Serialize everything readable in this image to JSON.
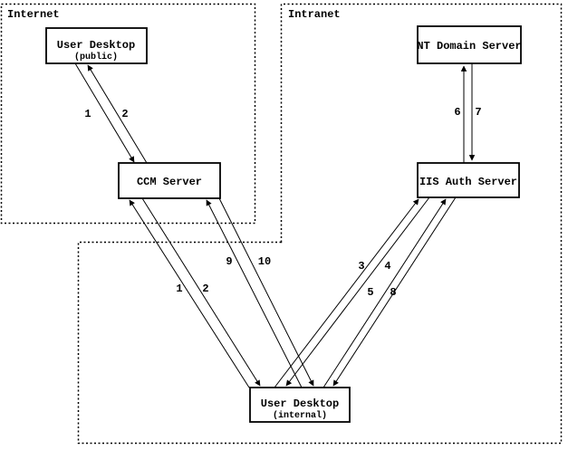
{
  "diagram": {
    "zones": {
      "internet": {
        "label": "Internet"
      },
      "intranet": {
        "label": "Intranet"
      }
    },
    "nodes": {
      "user_desktop_public": {
        "title": "User Desktop",
        "subtitle": "(public)"
      },
      "ccm_server": {
        "title": "CCM Server"
      },
      "nt_domain_server": {
        "title": "NT Domain Server"
      },
      "iis_auth_server": {
        "title": "IIS Auth Server"
      },
      "user_desktop_internal": {
        "title": "User Desktop",
        "subtitle": "(internal)"
      }
    },
    "flow_labels": {
      "f1_public": "1",
      "f2_public": "2",
      "f1_internal": "1",
      "f2_internal": "2",
      "f3": "3",
      "f4": "4",
      "f5": "5",
      "f6": "6",
      "f7": "7",
      "f8": "8",
      "f9": "9",
      "f10": "10"
    },
    "connections": [
      {
        "label": "1",
        "from": "User Desktop (public)",
        "to": "CCM Server"
      },
      {
        "label": "2",
        "from": "CCM Server",
        "to": "User Desktop (public)"
      },
      {
        "label": "1",
        "from": "User Desktop (internal)",
        "to": "CCM Server"
      },
      {
        "label": "2",
        "from": "CCM Server",
        "to": "User Desktop (internal)"
      },
      {
        "label": "3",
        "from": "User Desktop (internal)",
        "to": "IIS Auth Server"
      },
      {
        "label": "4",
        "from": "IIS Auth Server",
        "to": "User Desktop (internal)"
      },
      {
        "label": "5",
        "from": "User Desktop (internal)",
        "to": "IIS Auth Server"
      },
      {
        "label": "6",
        "from": "IIS Auth Server",
        "to": "NT Domain Server"
      },
      {
        "label": "7",
        "from": "NT Domain Server",
        "to": "IIS Auth Server"
      },
      {
        "label": "8",
        "from": "IIS Auth Server",
        "to": "User Desktop (internal)"
      },
      {
        "label": "9",
        "from": "User Desktop (internal)",
        "to": "CCM Server"
      },
      {
        "label": "10",
        "from": "CCM Server",
        "to": "User Desktop (internal)"
      }
    ],
    "colors": {
      "line": "#000000",
      "background": "#ffffff"
    }
  }
}
